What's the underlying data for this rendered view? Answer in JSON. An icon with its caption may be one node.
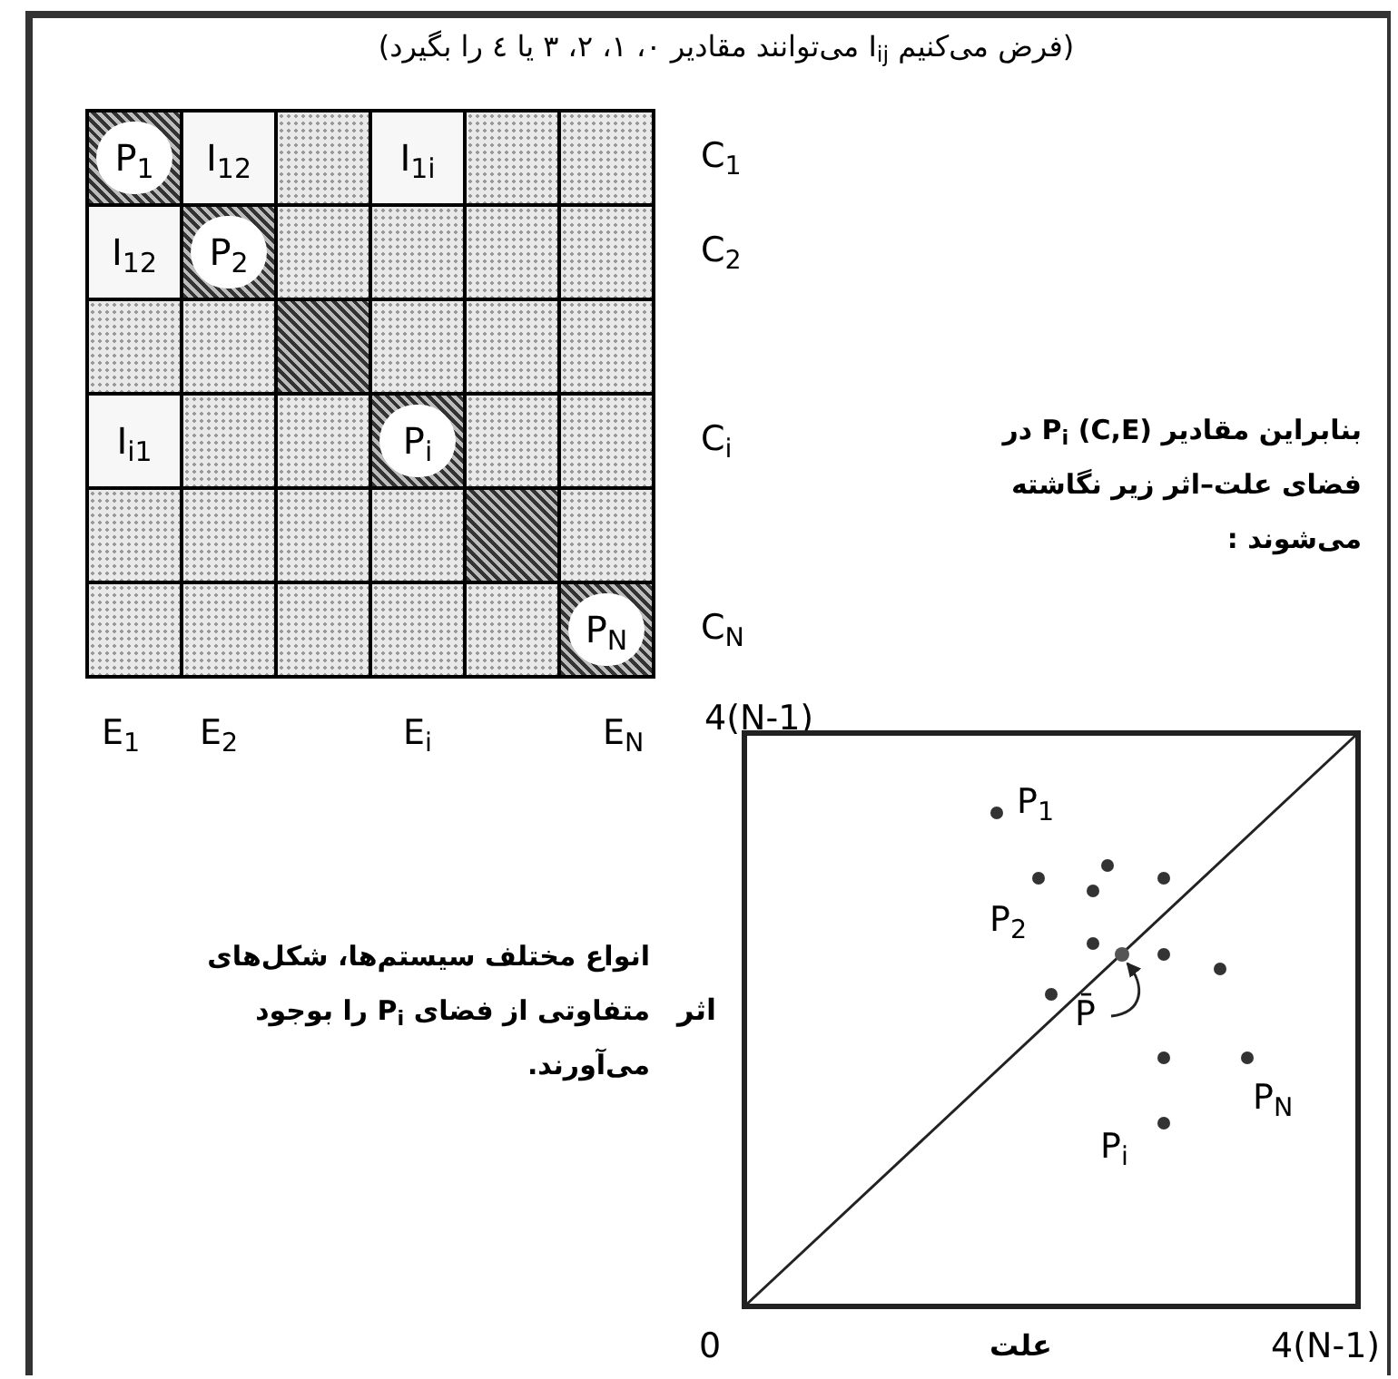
{
  "diagram": {
    "title": "(فرض می‌کنیم I$_{ij}$ می‌توانند مقادیر ۰، ۱، ۲، ۳ یا ٤ را بگیرد)",
    "nodes": [
      {
        "text": [
          "P̄"
        ]
      },
      {
        "text": [],
        "shape": "circle"
      }
    ],
    "edges": [
      {
        "from": 0,
        "to": 1,
        "arrow": "to"
      }
    ],
    "labels": [
      "P$_{1}$",
      "I$_{12}$",
      "I$_{1i}$",
      "C$_{1}$",
      "I$_{12}$",
      "P$_{2}$",
      "C$_{2}$",
      "بنابراین مقادیر P$_{i}$ (C,E) در فضای علت–اثر زیر نگاشته می‌شوند :",
      "I$_{i1}$",
      "P$_{i}$",
      "C$_{i}$",
      "P$_{N}$",
      "C$_{N}$",
      "E$_{1}$",
      "E$_{2}$",
      "E$_{i}$",
      "E$_{N}$",
      "4(N-1)",
      "P$_{1}$",
      "P$_{2}$",
      "انواع مختلف سیستم‌ها، شکل‌های متفاوتی از فضای P$_{i}$ را بوجود می‌آورند.",
      "اثر",
      "P$_{N}$",
      "P$_{i}$",
      "0",
      "علت",
      "4(N-1)"
    ]
  }
}
